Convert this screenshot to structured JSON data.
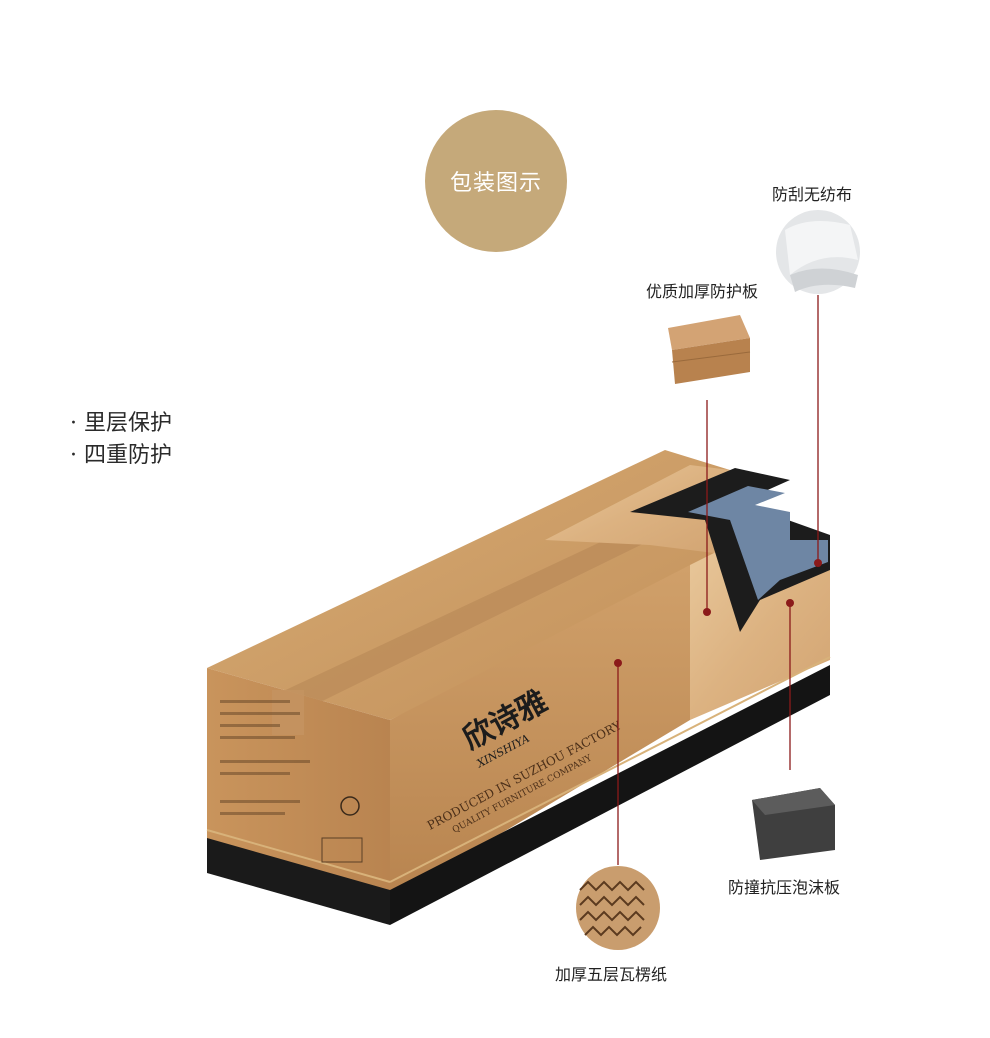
{
  "badge": {
    "text": "包装图示"
  },
  "bullets": [
    "里层保护",
    "四重防护"
  ],
  "materials": {
    "nonwoven": "防刮无纺布",
    "board": "优质加厚防护板",
    "foam": "防撞抗压泡沫板",
    "corrugated": "加厚五层瓦楞纸"
  },
  "box": {
    "brand_cn": "欣诗雅",
    "brand_en": "XINSHIYA",
    "slogan_1": "PRODUCED IN SUZHOU FACTORY",
    "slogan_2": "QUALITY FURNITURE COMPANY"
  },
  "colors": {
    "badge": "#c5a97a",
    "accent_line": "#8b1a1a",
    "cardboard": "#c8975d"
  }
}
